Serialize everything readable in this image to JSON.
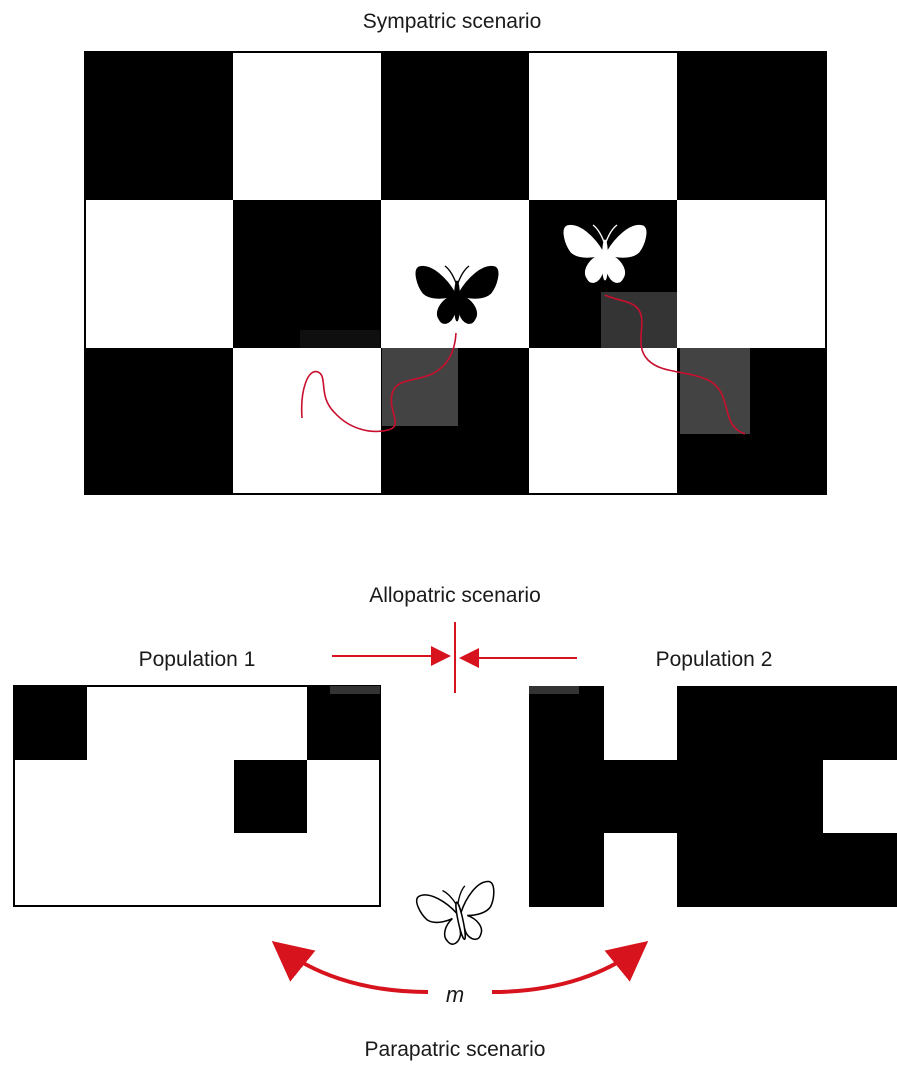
{
  "titles": {
    "sympatric": "Sympatric scenario",
    "allopatric": "Allopatric scenario",
    "parapatric": "Parapatric scenario"
  },
  "populations": {
    "pop1": "Population 1",
    "pop2": "Population 2"
  },
  "migration_symbol": "m",
  "colors": {
    "dark_patch": "#000000",
    "light_patch": "#ffffff",
    "path": "#c8102e",
    "arrow": "#d7141d",
    "shadow": "#3a3a3a"
  },
  "icons": {
    "sympatric_dark_butterfly": "butterfly-icon",
    "sympatric_light_butterfly": "butterfly-icon",
    "migrant_butterfly": "butterfly-outline-icon"
  }
}
